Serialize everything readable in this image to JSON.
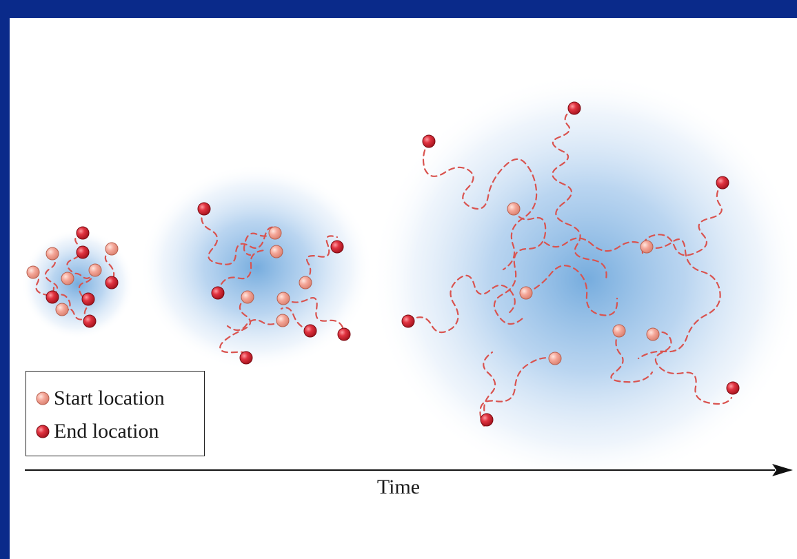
{
  "legend": {
    "start_label": "Start location",
    "end_label": "End location"
  },
  "axis": {
    "label": "Time"
  },
  "colors": {
    "frame": "#0a2a8a",
    "cloud": "#6fa8dc",
    "path": "#d9534f",
    "start_particle": "#f2a093",
    "end_particle": "#d92b35"
  },
  "icons": {
    "start": "start-particle-icon",
    "end": "end-particle-icon",
    "arrow": "arrowhead-icon"
  }
}
